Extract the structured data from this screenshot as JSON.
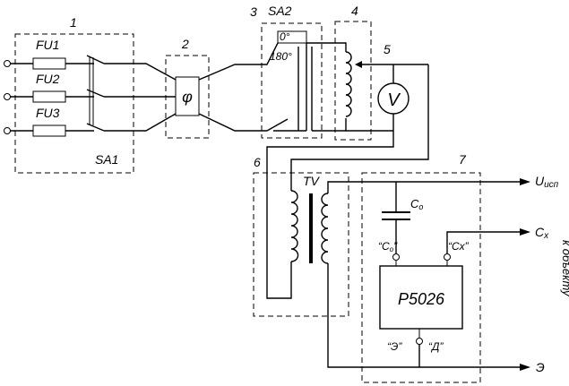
{
  "blocks": {
    "b1": "1",
    "b2": "2",
    "b3": "3",
    "b4": "4",
    "b5": "5",
    "b6": "6",
    "b7": "7"
  },
  "labels": {
    "fu1": "FU1",
    "fu2": "FU2",
    "fu3": "FU3",
    "sa1": "SA1",
    "sa2": "SA2",
    "phi": "φ",
    "zero": "0°",
    "deg180": "180°",
    "voltmeter": "V",
    "tv": "TV",
    "c0": "C",
    "c0_sub": "о",
    "term_c0": "“C",
    "term_c0_sub": "о",
    "term_c0_close": "”",
    "term_cx": "“Cx”",
    "device": "Р5026",
    "term_e": "“Э”",
    "term_d": "“Д”",
    "out_u": "U",
    "out_u_sub": "исп",
    "out_cx": "C",
    "out_cx_sub": "x",
    "out_e": "Э",
    "side_note": "к объекту"
  }
}
